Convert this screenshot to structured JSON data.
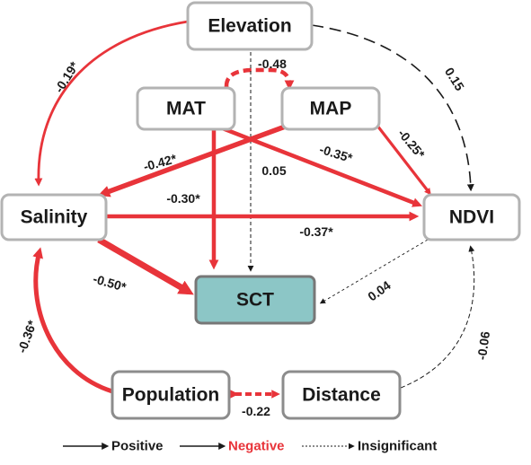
{
  "colors": {
    "negative": "#e8343a",
    "positive": "#1a1a1a",
    "insignificant": "#333333",
    "sct_fill": "#8cc6c6",
    "box_border": "#b3b3b3"
  },
  "nodes": {
    "elevation": "Elevation",
    "mat": "MAT",
    "map": "MAP",
    "salinity": "Salinity",
    "ndvi": "NDVI",
    "sct": "SCT",
    "population": "Population",
    "distance": "Distance"
  },
  "edges": [
    {
      "from": "Elevation",
      "to": "Salinity",
      "coef": "-0.19*",
      "sign": "negative"
    },
    {
      "from": "Elevation",
      "to": "NDVI",
      "coef": "0.15",
      "sign": "insignificant"
    },
    {
      "from": "MAT",
      "to": "MAP",
      "coef": "-0.48",
      "sign": "negative"
    },
    {
      "from": "Elevation",
      "to": "SCT",
      "coef": "0.05",
      "sign": "insignificant"
    },
    {
      "from": "MAP",
      "to": "Salinity",
      "coef": "-0.42*",
      "sign": "negative"
    },
    {
      "from": "MAT",
      "to": "NDVI",
      "coef": "-0.35*",
      "sign": "negative"
    },
    {
      "from": "MAP",
      "to": "NDVI",
      "coef": "-0.25*",
      "sign": "negative"
    },
    {
      "from": "MAT",
      "to": "SCT",
      "coef": "-0.30*",
      "sign": "negative"
    },
    {
      "from": "Salinity",
      "to": "NDVI",
      "coef": "-0.37*",
      "sign": "negative"
    },
    {
      "from": "Salinity",
      "to": "SCT",
      "coef": "-0.50*",
      "sign": "negative"
    },
    {
      "from": "NDVI",
      "to": "SCT",
      "coef": "0.04",
      "sign": "insignificant"
    },
    {
      "from": "Population",
      "to": "Salinity",
      "coef": "-0.36*",
      "sign": "negative"
    },
    {
      "from": "Distance",
      "to": "NDVI",
      "coef": "-0.06",
      "sign": "insignificant"
    },
    {
      "from": "Population",
      "to": "Distance",
      "coef": "-0.22",
      "sign": "negative"
    }
  ],
  "legend": {
    "positive": "Positive",
    "negative": "Negative",
    "insignificant": "Insignificant"
  }
}
